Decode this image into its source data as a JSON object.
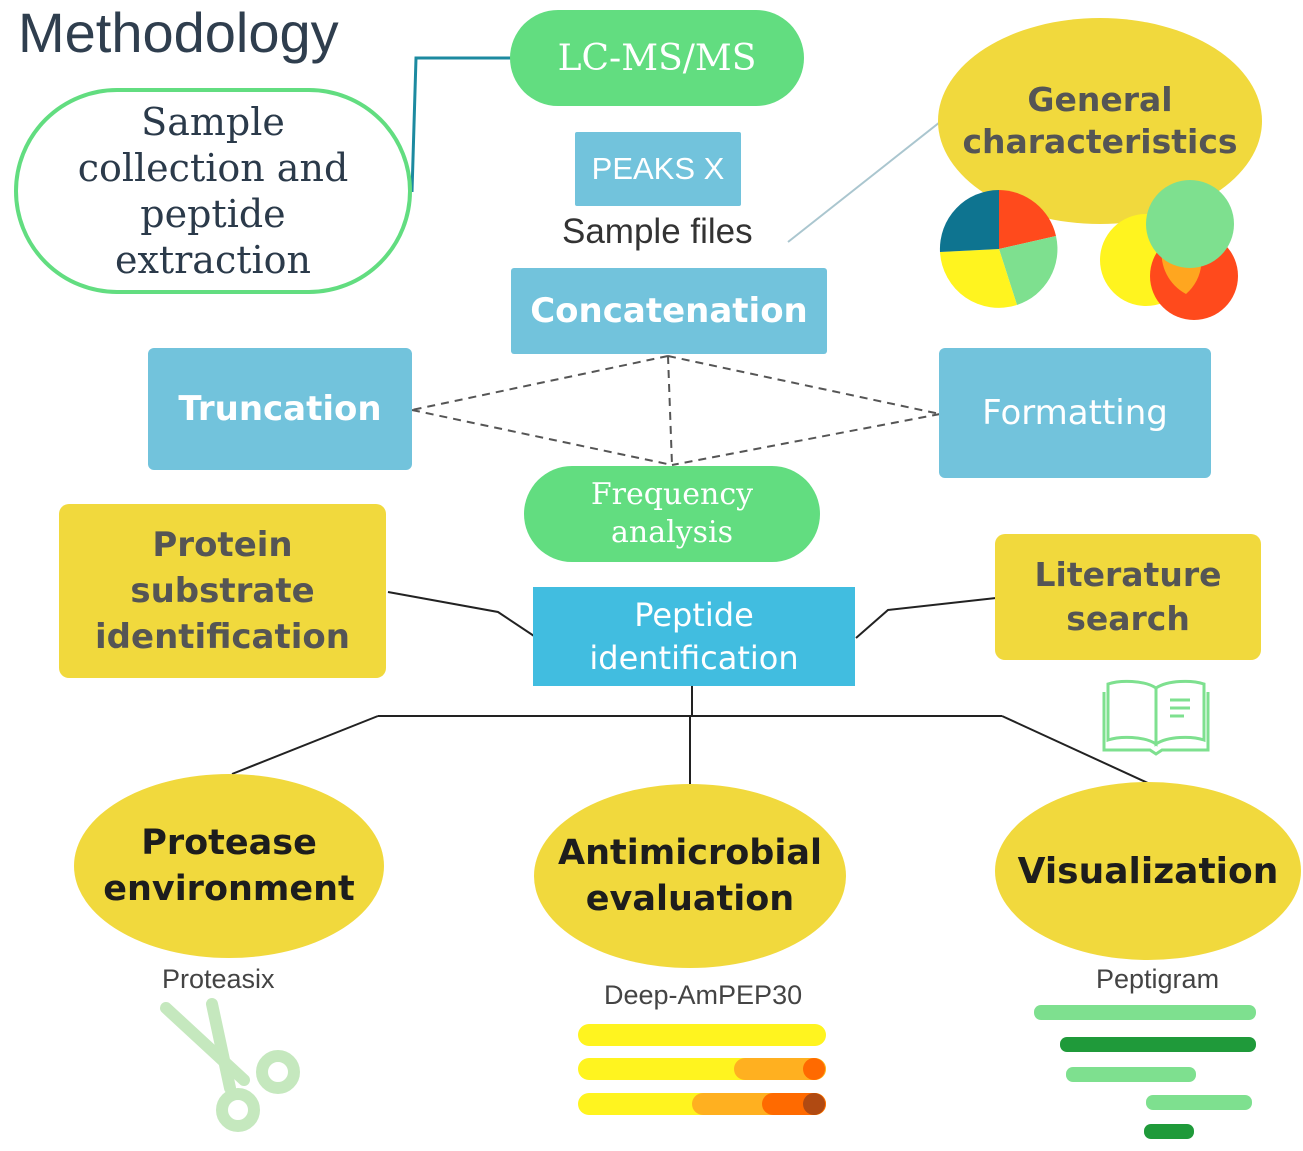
{
  "title": "Methodology",
  "nodes": {
    "sample_collection": "Sample collection and peptide extraction",
    "lcms": "LC-MS/MS",
    "peaks": "PEAKS X",
    "sample_files": "Sample files",
    "general": "General characteristics",
    "concatenation": "Concatenation",
    "truncation": "Truncation",
    "formatting": "Formatting",
    "frequency": "Frequency analysis",
    "protein_substrate": "Protein substrate identification",
    "peptide_identification": "Peptide identification",
    "literature": "Literature search",
    "protease": "Protease environment",
    "antimicrobial": "Antimicrobial evaluation",
    "visualization": "Visualization"
  },
  "tools": {
    "proteasix": "Proteasix",
    "deep_ampep": "Deep-AmPEP30",
    "peptigram": "Peptigram"
  },
  "icons": {
    "pie": "pie-chart-icon",
    "venn": "venn-diagram-icon",
    "book": "open-book-icon",
    "scissors": "scissors-icon",
    "bars": "progress-bars-icon",
    "peptigram": "peptigram-bars-icon"
  },
  "colors": {
    "green": "#62dd80",
    "blue": "#72c3dc",
    "blue_strong": "#41bde0",
    "yellow": "#f1d93d",
    "pie": [
      "#0e7490",
      "#ff4a1c",
      "#7ee08f",
      "#fff41f"
    ],
    "venn": [
      "#fff41f",
      "#ff4a1c",
      "#7ee08f"
    ],
    "bar_yellow": "#fff41f",
    "bar_orange": "#ff9f1c",
    "bar_red": "#ff6a00",
    "bar_brown": "#b04a12",
    "peptigram_light": "#7ee08f",
    "peptigram_dark": "#1f9a3a"
  }
}
